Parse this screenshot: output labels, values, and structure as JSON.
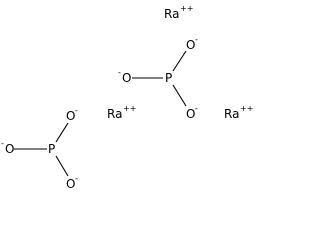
{
  "molecule": {
    "cations": [
      {
        "symbol": "Ra",
        "charge": "++"
      },
      {
        "symbol": "Ra",
        "charge": "++"
      },
      {
        "symbol": "Ra",
        "charge": "++"
      }
    ],
    "phosphites": [
      {
        "phosphorus": "P",
        "oxygens": [
          {
            "symbol": "O",
            "charge": "-"
          },
          {
            "symbol": "O",
            "charge": "-"
          },
          {
            "symbol": "O",
            "charge": "-"
          }
        ]
      },
      {
        "phosphorus": "P",
        "oxygens": [
          {
            "symbol": "O",
            "charge": "-"
          },
          {
            "symbol": "O",
            "charge": "-"
          },
          {
            "symbol": "O",
            "charge": "-"
          }
        ]
      }
    ]
  }
}
